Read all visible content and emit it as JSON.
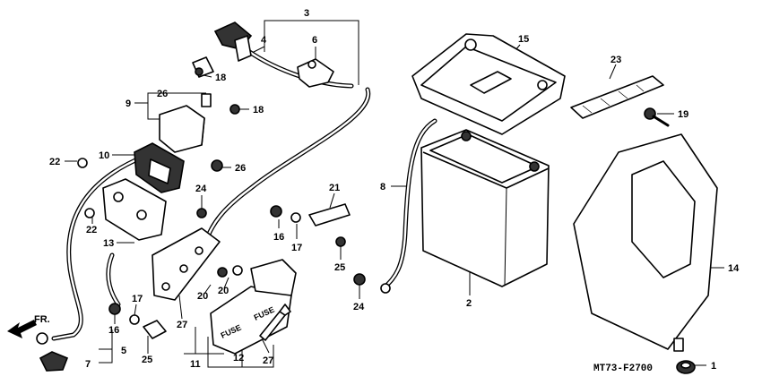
{
  "callouts": [
    "1",
    "2",
    "3",
    "4",
    "5",
    "6",
    "7",
    "8",
    "9",
    "10",
    "11",
    "12",
    "13",
    "14",
    "15",
    "16",
    "16",
    "17",
    "17",
    "18",
    "18",
    "19",
    "20",
    "20",
    "21",
    "22",
    "22",
    "23",
    "24",
    "24",
    "25",
    "25",
    "26",
    "26",
    "27",
    "27"
  ],
  "direction_label": "FR.",
  "diagram_code": "MT73-F2700",
  "fuse_labels": [
    "FUSE",
    "FUSE"
  ]
}
